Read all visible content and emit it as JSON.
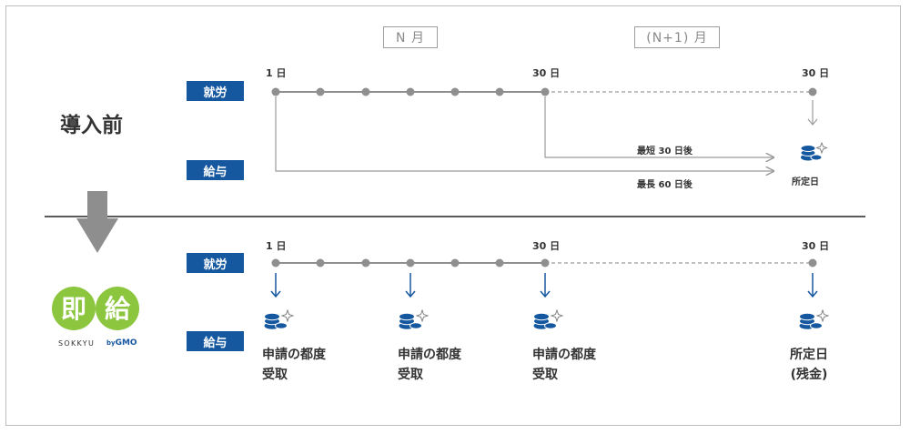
{
  "colors": {
    "blue": "#1558a0",
    "green": "#8cc63f",
    "gray": "#9b9b9b"
  },
  "months": {
    "n": "N 月",
    "n1": "(N+1) 月"
  },
  "before": {
    "title": "導入前",
    "work_label": "就労",
    "pay_label": "給与",
    "day_start": "1 日",
    "day_30": "30 日",
    "day_30b": "30 日",
    "note_shortest": "最短 30 日後",
    "note_longest": "最長 60 日後",
    "payday": "所定日"
  },
  "after": {
    "work_label": "就労",
    "pay_label": "給与",
    "day_start": "1 日",
    "day_30": "30 日",
    "day_30b": "30 日",
    "receive_1_line1": "申請の都度",
    "receive_1_line2": "受取",
    "receive_2_line1": "申請の都度",
    "receive_2_line2": "受取",
    "receive_3_line1": "申請の都度",
    "receive_3_line2": "受取",
    "payday_line1": "所定日",
    "payday_line2": "(残金)"
  },
  "logo": {
    "char1": "即",
    "char2": "給",
    "word": "SOKKYU",
    "by": "by",
    "brand": "GMO"
  }
}
